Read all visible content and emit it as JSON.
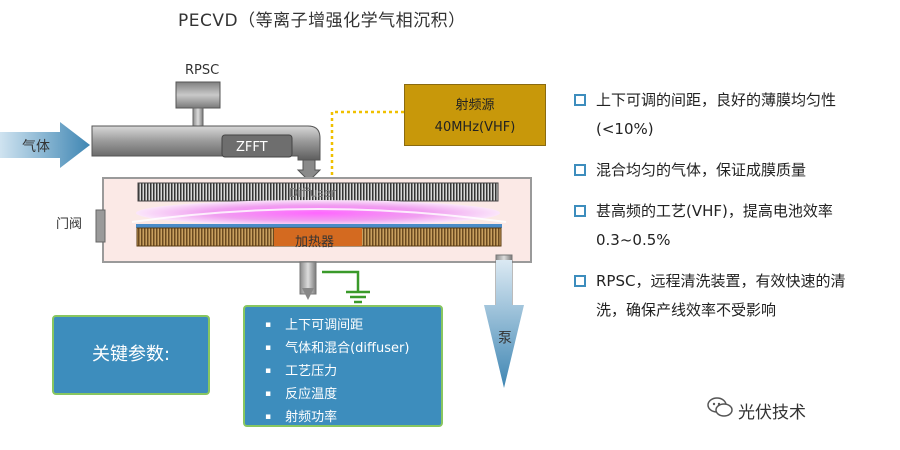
{
  "title": "PECVD（等离子增强化学气相沉积）",
  "labels": {
    "rpsc": "RPSC",
    "rf_source_line1": "射频源",
    "rf_source_line2": "40MHz(VHF)",
    "gas": "气体",
    "zfft": "ZFFT",
    "diffuser": "Diffuser",
    "gate_valve": "门阀",
    "heater": "加热器",
    "pump": "泵"
  },
  "key_params_title": "关键参数:",
  "key_params": [
    "上下可调间距",
    "气体和混合(diffuser)",
    "工艺压力",
    "反应温度",
    "射频功率"
  ],
  "features": [
    {
      "line1": "上下可调的间距，良好的薄膜均匀性",
      "line2": "(<10%)"
    },
    {
      "line1": "混合均匀的气体，保证成膜质量",
      "line2": ""
    },
    {
      "line1": "甚高频的工艺(VHF)，提高电池效率",
      "line2": "0.3~0.5%"
    },
    {
      "line1": "RPSC，远程清洗装置，有效快速的清",
      "line2": "洗，确保产线效率不受影响"
    }
  ],
  "watermark": "光伏技术",
  "colors": {
    "box_blue": "#3d8dbd",
    "box_border_green": "#88c660",
    "rf_gold": "#c8980a",
    "plasma_magenta": "#e060e0",
    "heater_orange": "#d2691e",
    "ground_green": "#3a9a2a",
    "arrow_blue": "#4a90b8"
  }
}
